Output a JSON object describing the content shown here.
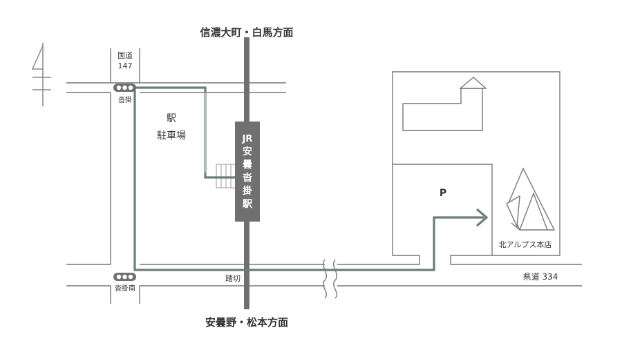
{
  "map": {
    "north_label": "",
    "direction_top": "信濃大町・白馬方面",
    "direction_bottom": "安曇野・松本方面",
    "route_number_line1": "国道",
    "route_number_line2": "147",
    "signal_north_label": "沓掛",
    "signal_south_label": "沓掛南",
    "parking_label_line1": "駅",
    "parking_label_line2": "駐車場",
    "station_name_line1": "JR",
    "station_name_chars": [
      "安",
      "曇",
      "沓",
      "掛",
      "駅"
    ],
    "crossing_label": "踏切",
    "prefectural_road_label": "県道 334",
    "shop_parking_label": "P",
    "shop_name": "北アルプス本店",
    "colors": {
      "route": "#6b7f72",
      "road": "#777777",
      "track": "#707070",
      "text": "#333333"
    }
  }
}
